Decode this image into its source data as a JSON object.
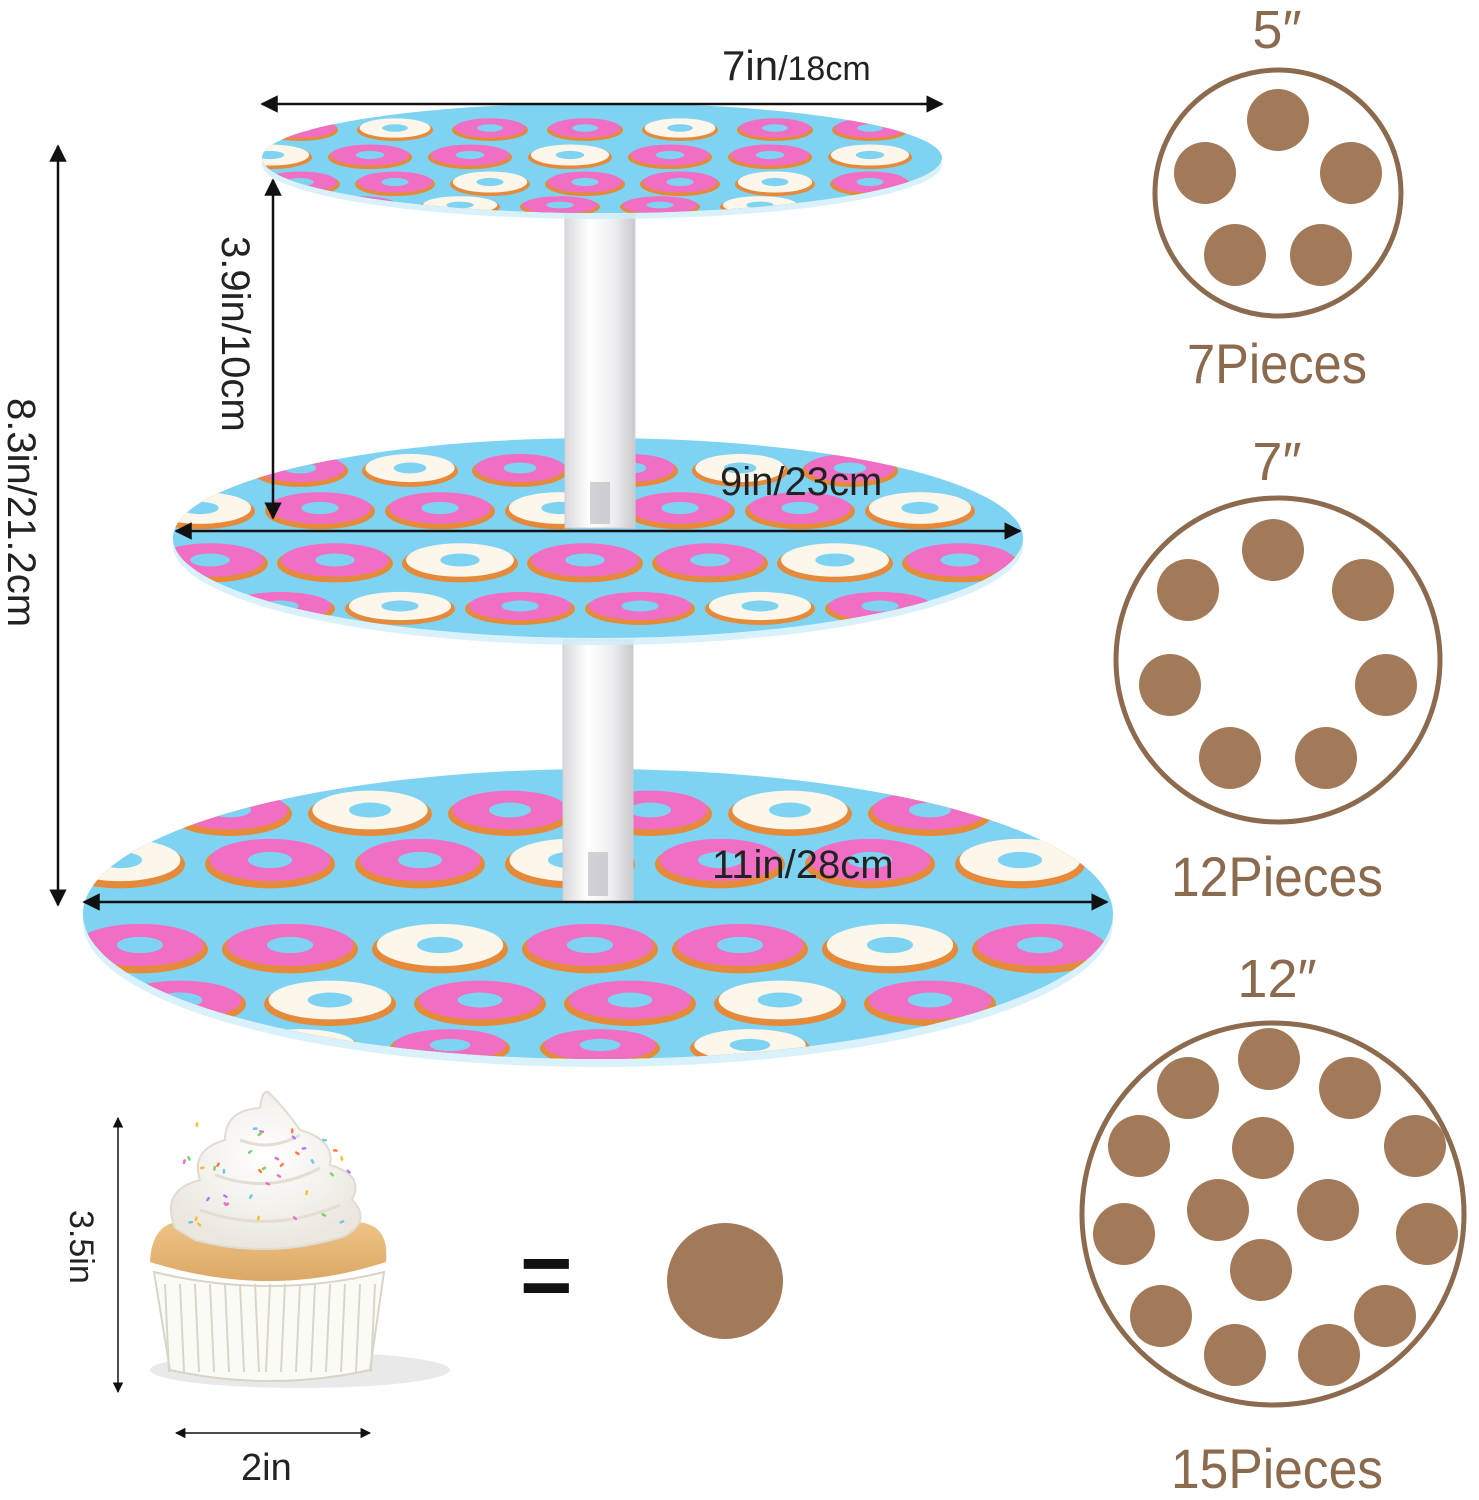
{
  "dimensions": {
    "top_tier_width": {
      "main": "7in",
      "sub": "/18cm"
    },
    "middle_tier_width": "9in/23cm",
    "bottom_tier_width": "11in/28cm",
    "tier_spacing": "3.9in/10cm",
    "total_height": "8.3in/21.2cm"
  },
  "cupcake": {
    "height": "3.5in",
    "width": "2in",
    "equals_sign": "="
  },
  "capacity": [
    {
      "size": "5″",
      "label": "7Pieces",
      "count": 7
    },
    {
      "size": "7″",
      "label": "12Pieces",
      "count": 12
    },
    {
      "size": "12″",
      "label": "15Pieces",
      "count": 15
    }
  ],
  "colors": {
    "tier_background": "#7fd3f2",
    "donut_pink": "#f06fc4",
    "donut_white": "#fdf6ea",
    "donut_dough": "#e58a3a",
    "dot_brown": "#a27a59",
    "ring_brown": "#8c6a4e",
    "arrow": "#111111"
  }
}
